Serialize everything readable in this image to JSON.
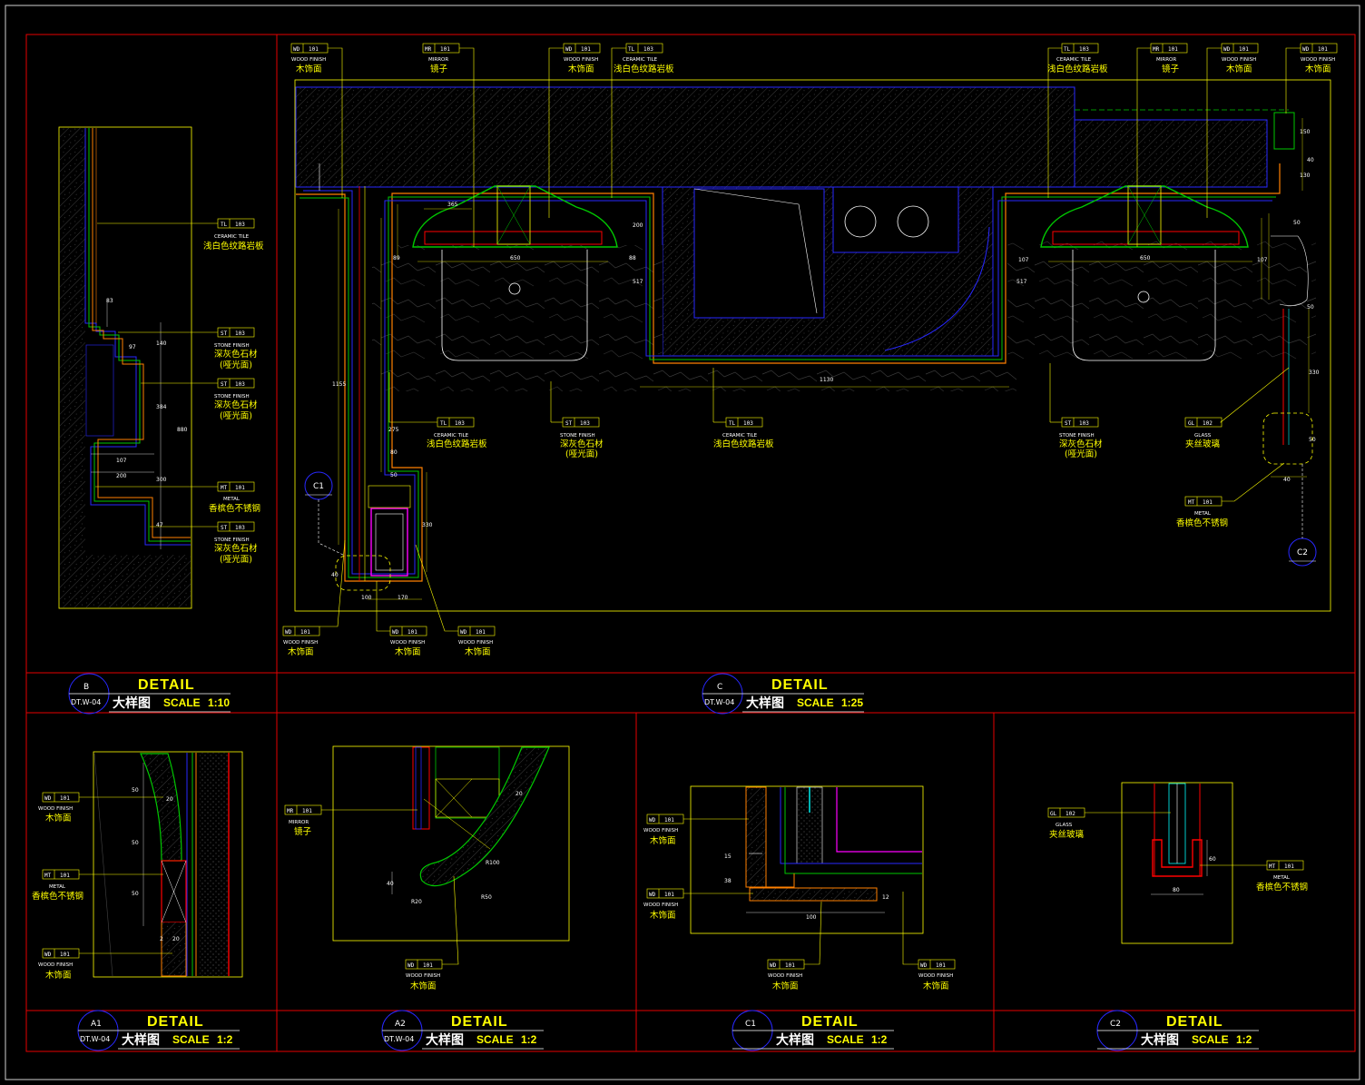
{
  "colors": {
    "frame": "#e60000",
    "outline": "#ffff00",
    "wall": "#3a3a3a",
    "tag_text": "#ffffff",
    "tag_cn": "#ffff00",
    "title": "#ffff00",
    "blue": "#2828ff",
    "green": "#00c800",
    "orange": "#ff8000",
    "magenta": "#ff00ff",
    "cyan": "#00ffff"
  },
  "material_tags": {
    "ceramic_tile": {
      "code": "TL",
      "num": "103",
      "en": "CERAMIC TILE",
      "cn": "浅白色纹路岩板"
    },
    "stone_finish": {
      "code": "ST",
      "num": "103",
      "en": "STONE FINISH",
      "cn": "深灰色石材",
      "cn2": "(哑光面)"
    },
    "wood_finish": {
      "code": "WD",
      "num": "101",
      "en": "WOOD FINISH",
      "cn": "木饰面"
    },
    "mirror": {
      "code": "MR",
      "num": "101",
      "en": "MIRROR",
      "cn": "镜子"
    },
    "metal": {
      "code": "MT",
      "num": "101",
      "en": "METAL",
      "cn": "香槟色不锈钢"
    },
    "glass": {
      "code": "GL",
      "num": "102",
      "en": "GLASS",
      "cn": "夹丝玻璃"
    }
  },
  "panels": {
    "B": {
      "ref": "B",
      "sheet": "DT.W-04",
      "title": "DETAIL",
      "cn": "大样图",
      "scale_label": "SCALE",
      "scale": "1:10"
    },
    "C": {
      "ref": "C",
      "sheet": "DT.W-04",
      "title": "DETAIL",
      "cn": "大样图",
      "scale_label": "SCALE",
      "scale": "1:25"
    },
    "A1": {
      "ref": "A1",
      "sheet": "DT.W-04",
      "title": "DETAIL",
      "cn": "大样图",
      "scale_label": "SCALE",
      "scale": "1:2"
    },
    "A2": {
      "ref": "A2",
      "sheet": "DT.W-04",
      "title": "DETAIL",
      "cn": "大样图",
      "scale_label": "SCALE",
      "scale": "1:2"
    },
    "C1": {
      "ref": "C1",
      "sheet": "",
      "title": "DETAIL",
      "cn": "大样图",
      "scale_label": "SCALE",
      "scale": "1:2"
    },
    "C2": {
      "ref": "C2",
      "sheet": "",
      "title": "DETAIL",
      "cn": "大样图",
      "scale_label": "SCALE",
      "scale": "1:2"
    }
  },
  "callouts": {
    "c1": "C1",
    "c2": "C2"
  },
  "dims": {
    "b": [
      "83",
      "97",
      "107",
      "200",
      "47",
      "140",
      "384",
      "880",
      "300"
    ],
    "c": [
      "365",
      "650",
      "89",
      "88",
      "200",
      "517",
      "1130",
      "650",
      "107",
      "107",
      "50",
      "275",
      "80",
      "50",
      "330",
      "40",
      "100",
      "170",
      "1155",
      "150",
      "130",
      "517",
      "40",
      "50",
      "330",
      "50",
      "40"
    ],
    "a1": [
      "50",
      "20",
      "50",
      "50",
      "2",
      "20"
    ],
    "a2": [
      "20",
      "R100",
      "40",
      "R20",
      "R50"
    ],
    "c1": [
      "15",
      "38",
      "100",
      "12"
    ],
    "c2": [
      "60",
      "80"
    ]
  }
}
